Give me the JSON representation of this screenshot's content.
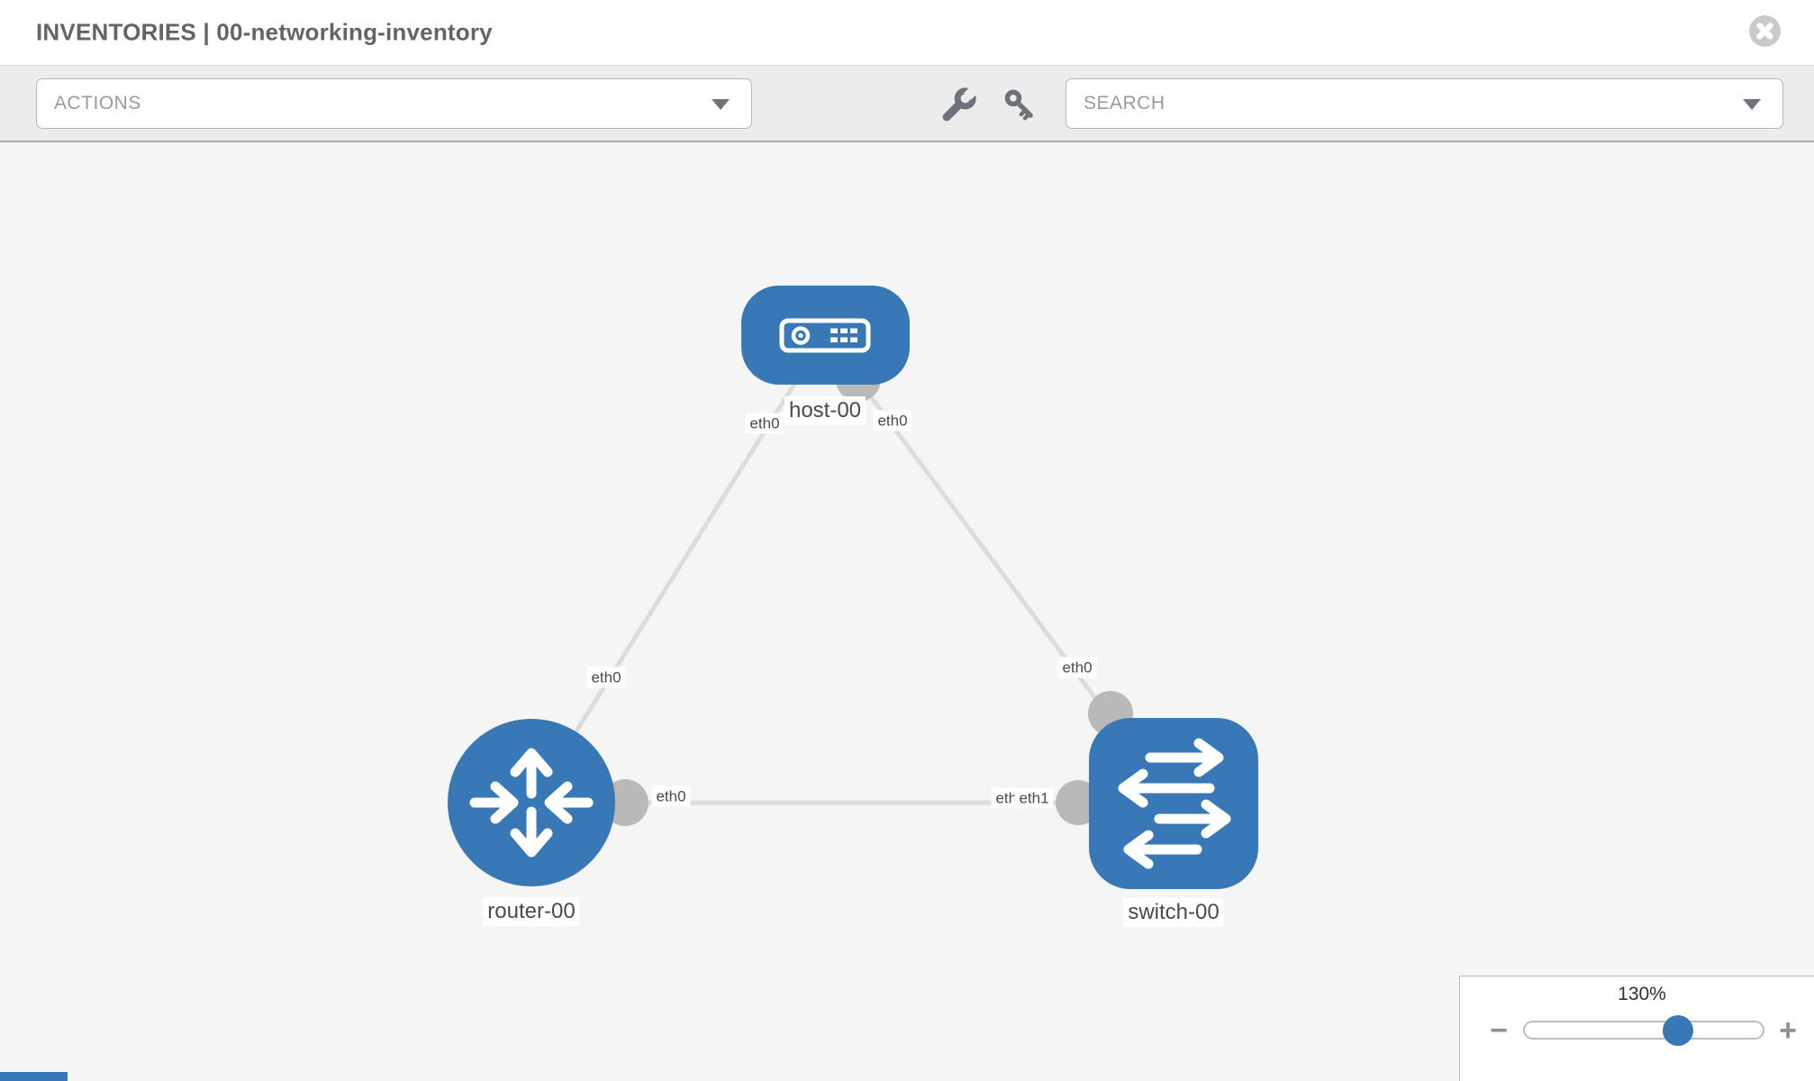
{
  "header": {
    "title": "INVENTORIES | 00-networking-inventory"
  },
  "toolbar": {
    "actions_label": "ACTIONS",
    "search_placeholder": "SEARCH"
  },
  "topology": {
    "node_labels": {
      "host": "host-00",
      "router": "router-00",
      "switch": "switch-00"
    },
    "interface_chips": {
      "host_left": "eth0",
      "host_right": "eth0",
      "router_uplink": "eth0",
      "switch_uplink": "eth0",
      "router_lan": "eth0",
      "switch_lan_under": "eth0",
      "switch_lan": "eth1"
    },
    "links": [
      {
        "source": "host-00",
        "source_if": "eth0",
        "target": "router-00",
        "target_if": "eth0"
      },
      {
        "source": "host-00",
        "source_if": "eth0",
        "target": "switch-00",
        "target_if": "eth0"
      },
      {
        "source": "router-00",
        "source_if": "eth0",
        "target": "switch-00",
        "target_if": "eth1"
      }
    ],
    "colors": {
      "node_blue": "#3878b7",
      "link_gray": "#dcdcdc",
      "interface_dot_gray": "#b9b9b9"
    }
  },
  "zoom_control": {
    "level": "130%",
    "minus_label": "−",
    "plus_label": "+"
  }
}
